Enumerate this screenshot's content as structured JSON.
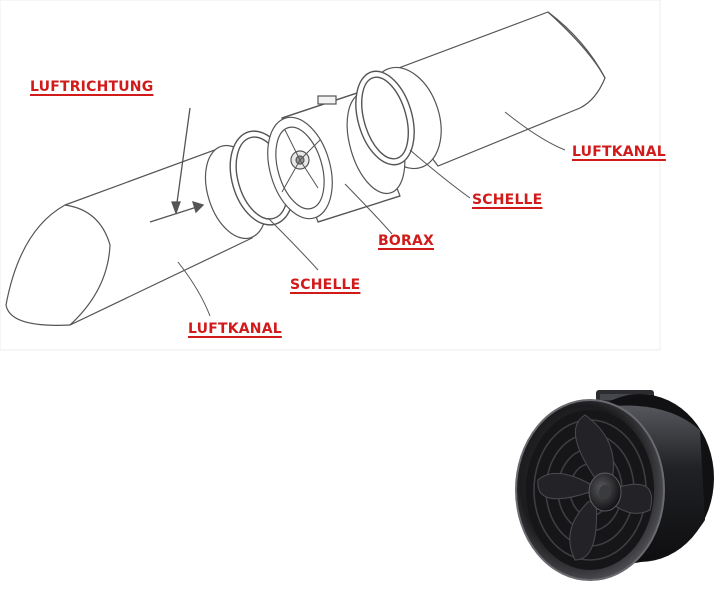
{
  "labels": {
    "airflow": "LUFTRICHTUNG",
    "duct_right": "LUFTKANAL",
    "clamp_right": "SCHELLE",
    "fan": "BORAX",
    "clamp_left": "SCHELLE",
    "duct_left": "LUFTKANAL"
  },
  "colors": {
    "label": "#d11a1a",
    "line": "#555555",
    "fan_body": "#1c1c1e"
  },
  "icons": {
    "duct": "duct-tube-drawing",
    "fan": "axial-duct-fan-photo"
  }
}
